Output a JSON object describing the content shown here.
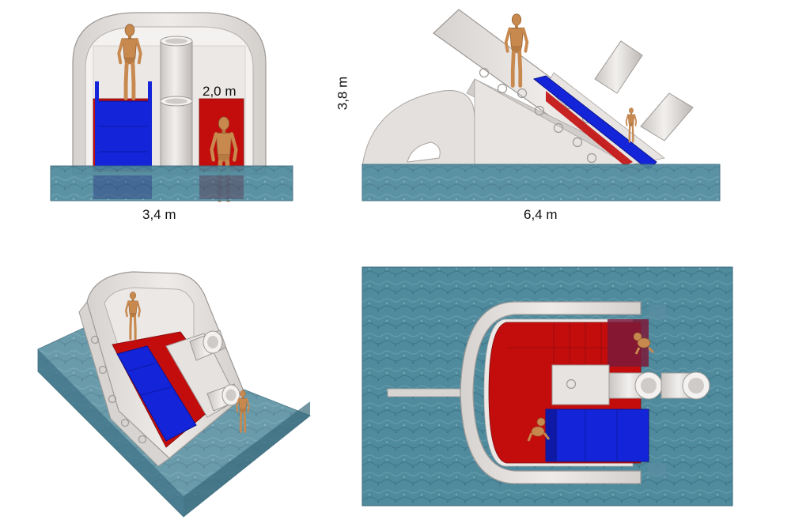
{
  "dimensions": {
    "front_width": "3,4 m",
    "front_inner_height": "2,0 m",
    "side_height": "3,8 m",
    "side_length": "6,4 m"
  },
  "colors": {
    "water": "#4f8a9d",
    "water_dark": "#3b6f82",
    "hull": "#e6e3e1",
    "hull_shadow": "#c9c5c3",
    "slide_blue": "#1020d8",
    "wall_red": "#c30d0d",
    "figure": "#c8894f"
  },
  "views": [
    "front-view",
    "side-view",
    "perspective-view",
    "top-view"
  ]
}
